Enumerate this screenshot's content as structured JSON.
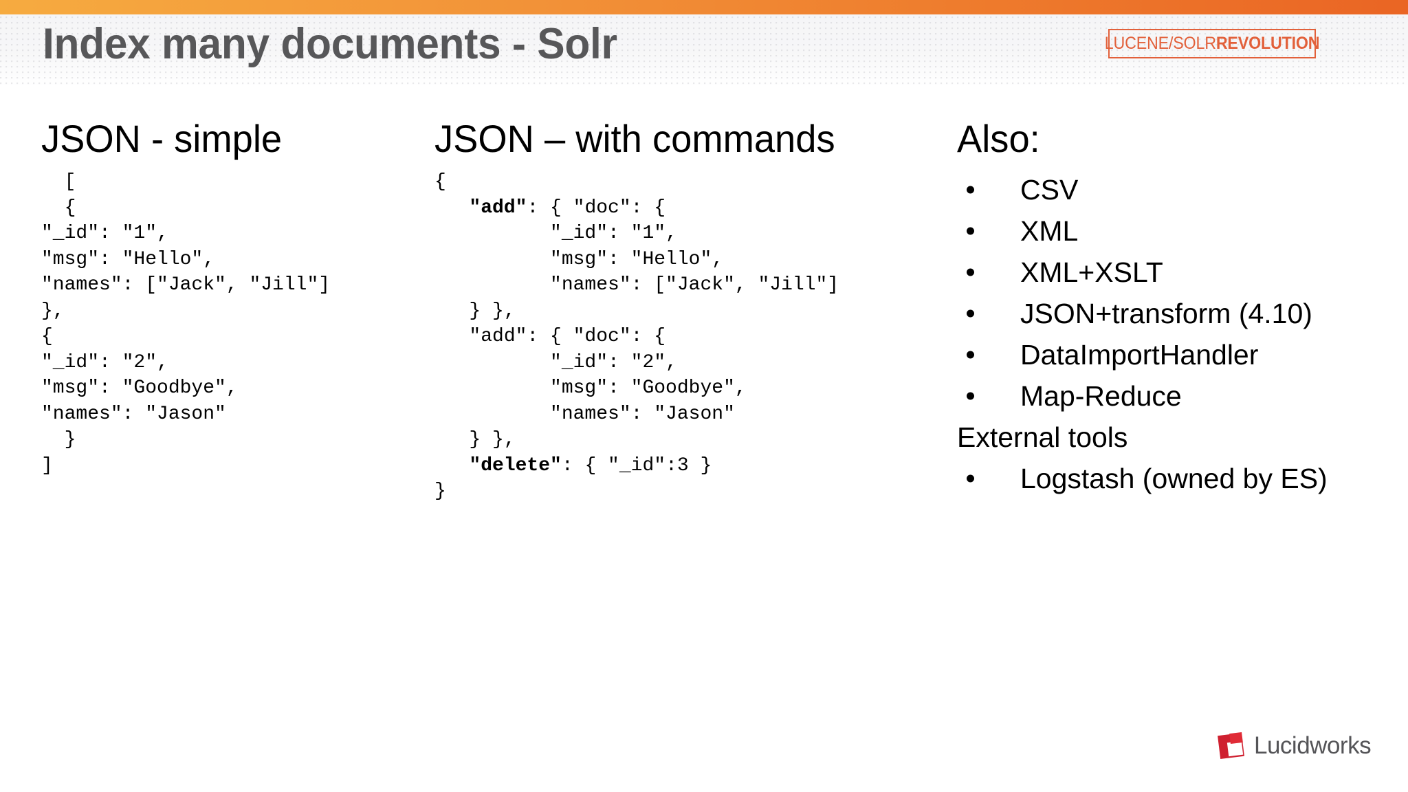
{
  "slide": {
    "title": "Index many documents - Solr",
    "brand_box": {
      "text_light": "LUCENE/SOLR",
      "text_bold": "REVOLUTION",
      "color": "#e2603a"
    },
    "footer_logo": {
      "wordmark": "Lucidworks",
      "mark_color": "#cf2030",
      "wordmark_color": "#555558"
    },
    "accent_gradient_from": "#f6ab40",
    "accent_gradient_to": "#ea6524",
    "title_color": "#575759"
  },
  "columns": {
    "json_simple": {
      "heading": "JSON - simple",
      "code": "  [\n  {\n\"_id\": \"1\",\n\"msg\": \"Hello\",\n\"names\": [\"Jack\", \"Jill\"]\n},\n{\n\"_id\": \"2\",\n\"msg\": \"Goodbye\",\n\"names\": \"Jason\"\n  }\n]"
    },
    "json_commands": {
      "heading": "JSON – with commands",
      "lines": [
        "{",
        "   \"add\": { \"doc\": {",
        "          \"_id\": \"1\",",
        "          \"msg\": \"Hello\",",
        "          \"names\": [\"Jack\", \"Jill\"]",
        "   } },",
        "   \"add\": { \"doc\": {",
        "          \"_id\": \"2\",",
        "          \"msg\": \"Goodbye\",",
        "          \"names\": \"Jason\"",
        "   } },",
        "   \"delete\": { \"_id\":3 }",
        "}"
      ],
      "bold_tokens": [
        "\"add\" (first)",
        "\"delete\""
      ]
    },
    "also": {
      "heading": "Also:",
      "items": [
        {
          "type": "bullet",
          "label": "CSV"
        },
        {
          "type": "bullet",
          "label": "XML"
        },
        {
          "type": "bullet",
          "label": "XML+XSLT"
        },
        {
          "type": "bullet",
          "label": "JSON+transform (4.10)"
        },
        {
          "type": "bullet",
          "label": "DataImportHandler"
        },
        {
          "type": "bullet",
          "label": "Map-Reduce"
        },
        {
          "type": "plain",
          "label": "External tools"
        },
        {
          "type": "bullet",
          "label": "Logstash (owned by ES)"
        }
      ]
    }
  }
}
